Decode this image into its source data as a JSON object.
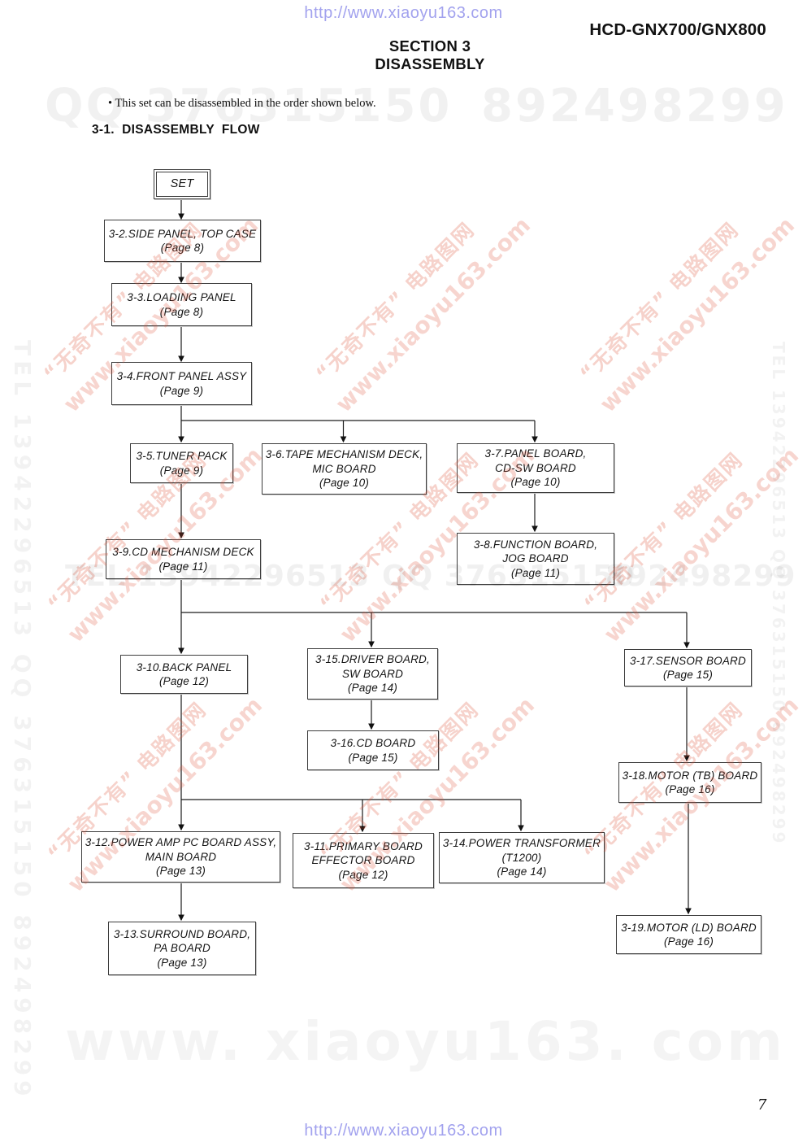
{
  "header": {
    "model": "HCD-GNX700/GNX800",
    "section_line1": "SECTION 3",
    "section_line2": "DISASSEMBLY",
    "bullet": "• This set can be disassembled in the order shown below.",
    "flow_heading": "3-1.  DISASSEMBLY  FLOW"
  },
  "flowchart": {
    "nodes": [
      {
        "id": "set",
        "lines": [
          "SET"
        ]
      },
      {
        "id": "3-2",
        "lines": [
          "3-2.SIDE PANEL, TOP CASE",
          "(Page 8)"
        ]
      },
      {
        "id": "3-3",
        "lines": [
          "3-3.LOADING PANEL",
          "(Page 8)"
        ]
      },
      {
        "id": "3-4",
        "lines": [
          "3-4.FRONT PANEL ASSY",
          "(Page 9)"
        ]
      },
      {
        "id": "3-5",
        "lines": [
          "3-5.TUNER PACK",
          "(Page 9)"
        ]
      },
      {
        "id": "3-6",
        "lines": [
          "3-6.TAPE MECHANISM DECK,",
          "MIC BOARD",
          "(Page 10)"
        ]
      },
      {
        "id": "3-7",
        "lines": [
          "3-7.PANEL BOARD,",
          "CD-SW BOARD",
          "(Page 10)"
        ]
      },
      {
        "id": "3-8",
        "lines": [
          "3-8.FUNCTION BOARD,",
          "JOG BOARD",
          "(Page 11)"
        ]
      },
      {
        "id": "3-9",
        "lines": [
          "3-9.CD MECHANISM DECK",
          "(Page 11)"
        ]
      },
      {
        "id": "3-10",
        "lines": [
          "3-10.BACK PANEL",
          "(Page 12)"
        ]
      },
      {
        "id": "3-15",
        "lines": [
          "3-15.DRIVER BOARD,",
          "SW BOARD",
          "(Page 14)"
        ]
      },
      {
        "id": "3-17",
        "lines": [
          "3-17.SENSOR BOARD",
          "(Page 15)"
        ]
      },
      {
        "id": "3-16",
        "lines": [
          "3-16.CD BOARD",
          "(Page 15)"
        ]
      },
      {
        "id": "3-18",
        "lines": [
          "3-18.MOTOR (TB) BOARD",
          "(Page 16)"
        ]
      },
      {
        "id": "3-12",
        "lines": [
          "3-12.POWER AMP PC BOARD ASSY,",
          "MAIN BOARD",
          "(Page 13)"
        ]
      },
      {
        "id": "3-11",
        "lines": [
          "3-11.PRIMARY BOARD",
          "EFFECTOR BOARD",
          "(Page 12)"
        ]
      },
      {
        "id": "3-14",
        "lines": [
          "3-14.POWER TRANSFORMER",
          "(T1200)",
          "(Page 14)"
        ]
      },
      {
        "id": "3-13",
        "lines": [
          "3-13.SURROUND BOARD,",
          "PA BOARD",
          "(Page 13)"
        ]
      },
      {
        "id": "3-19",
        "lines": [
          "3-19.MOTOR (LD) BOARD",
          "(Page 16)"
        ]
      }
    ],
    "edges": [
      [
        "set",
        "3-2"
      ],
      [
        "3-2",
        "3-3"
      ],
      [
        "3-3",
        "3-4"
      ],
      [
        "3-4",
        "3-5"
      ],
      [
        "3-4",
        "3-6"
      ],
      [
        "3-4",
        "3-7"
      ],
      [
        "3-5",
        "3-9"
      ],
      [
        "3-7",
        "3-8"
      ],
      [
        "3-9",
        "3-10"
      ],
      [
        "3-9",
        "3-15"
      ],
      [
        "3-9",
        "3-17"
      ],
      [
        "3-15",
        "3-16"
      ],
      [
        "3-17",
        "3-18"
      ],
      [
        "3-10",
        "3-12"
      ],
      [
        "3-10",
        "3-11"
      ],
      [
        "3-10",
        "3-14"
      ],
      [
        "3-12",
        "3-13"
      ],
      [
        "3-18",
        "3-19"
      ]
    ]
  },
  "footer": {
    "page_number": "7"
  },
  "watermarks": {
    "url": "http://www.xiaoyu163.com",
    "qq": "QQ 376315150",
    "id_number": "892498299",
    "tel": "TEL 13942296513",
    "side_text": "TEL 13942296513  QQ 376315150  892498299",
    "diag_line1": "“无奇不有” 电路图网",
    "diag_line2": "www.xiaoyu163.com",
    "big_bottom": "www. xiaoyu163. com"
  },
  "colors": {
    "link_text": "#a2a2ee",
    "pink_watermark": "#dc5037",
    "gray_watermark": "#ededed",
    "box_border": "#3d3d3d"
  }
}
